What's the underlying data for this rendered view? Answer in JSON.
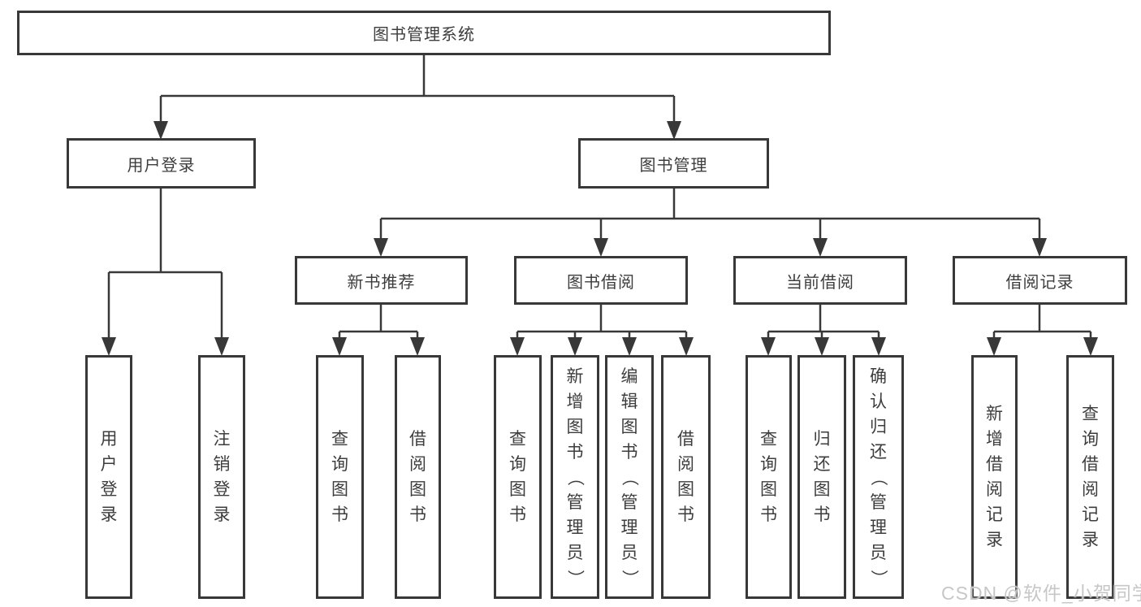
{
  "diagram": {
    "root": {
      "label": "图书管理系统"
    },
    "level2": [
      {
        "id": "user-login",
        "label": "用户登录"
      },
      {
        "id": "book-management",
        "label": "图书管理"
      }
    ],
    "level3": [
      {
        "id": "new-book-recommend",
        "label": "新书推荐"
      },
      {
        "id": "book-borrowing",
        "label": "图书借阅"
      },
      {
        "id": "current-borrowing",
        "label": "当前借阅"
      },
      {
        "id": "borrowing-records",
        "label": "借阅记录"
      }
    ],
    "leaves": {
      "user_login": [
        "用户登录",
        "注销登录"
      ],
      "new_book_recommend": [
        "查询图书",
        "借阅图书"
      ],
      "book_borrowing": [
        "查询图书",
        "新增图书（管理员）",
        "编辑图书（管理员）",
        "借阅图书"
      ],
      "current_borrowing": [
        "查询图书",
        "归还图书",
        "确认归还（管理员）"
      ],
      "borrowing_records": [
        "新增借阅记录",
        "查询借阅记录"
      ]
    }
  },
  "watermark": {
    "text": "CSDN @软件_小贺同学"
  },
  "colors": {
    "line": "#383838",
    "node_text": "#3d3d3d",
    "watermark": "#c7c7c7",
    "background": "#ffffff"
  }
}
